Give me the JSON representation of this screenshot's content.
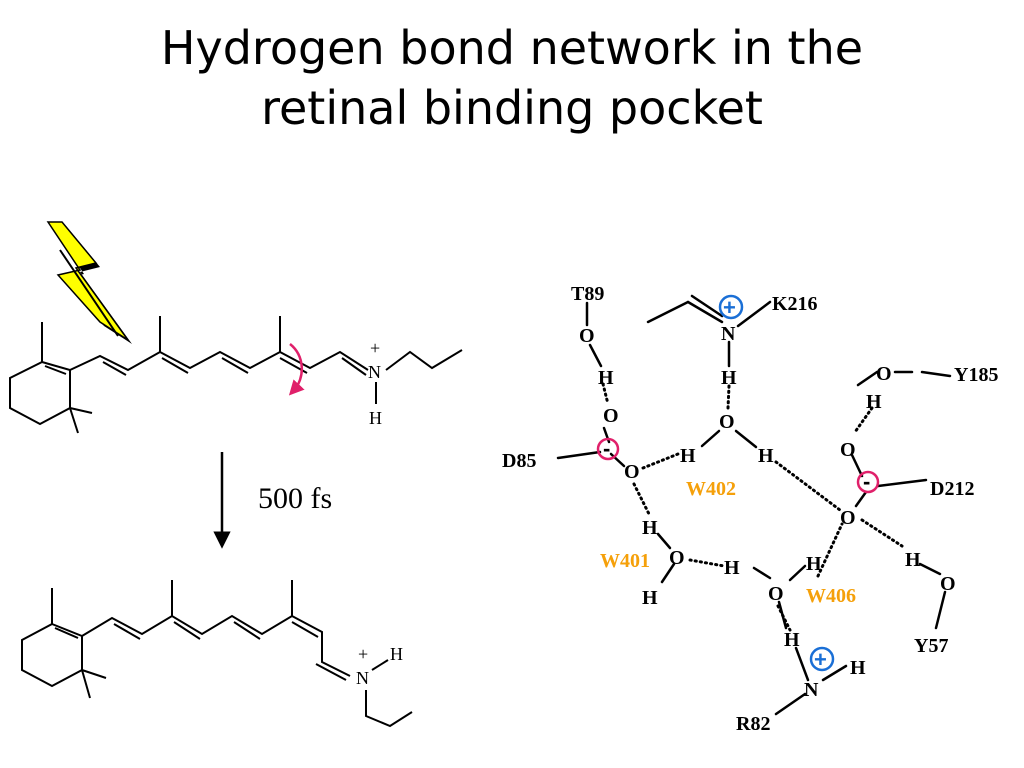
{
  "title": {
    "line1": "Hydrogen bond network in the",
    "line2": "retinal binding pocket"
  },
  "retinal": {
    "charge_plus": "+",
    "nitrogen": "N",
    "hydrogen": "H",
    "time_label": "500 fs"
  },
  "network": {
    "residues": {
      "t89": "T89",
      "k216": "K216",
      "y185": "Y185",
      "d85": "D85",
      "d212": "D212",
      "y57": "Y57",
      "r82": "R82"
    },
    "waters": {
      "w402": "W402",
      "w401": "W401",
      "w406": "W406"
    },
    "atoms": {
      "o": "O",
      "h": "H",
      "n": "N"
    },
    "charges": {
      "minus": "-",
      "plus": "+"
    }
  },
  "colors": {
    "lightning_fill": "#ffff00",
    "arrow_curve": "#e0206a",
    "anion_circle": "#e0206a",
    "cation_circle": "#1a6fd6",
    "water_label": "#f5a00a"
  }
}
